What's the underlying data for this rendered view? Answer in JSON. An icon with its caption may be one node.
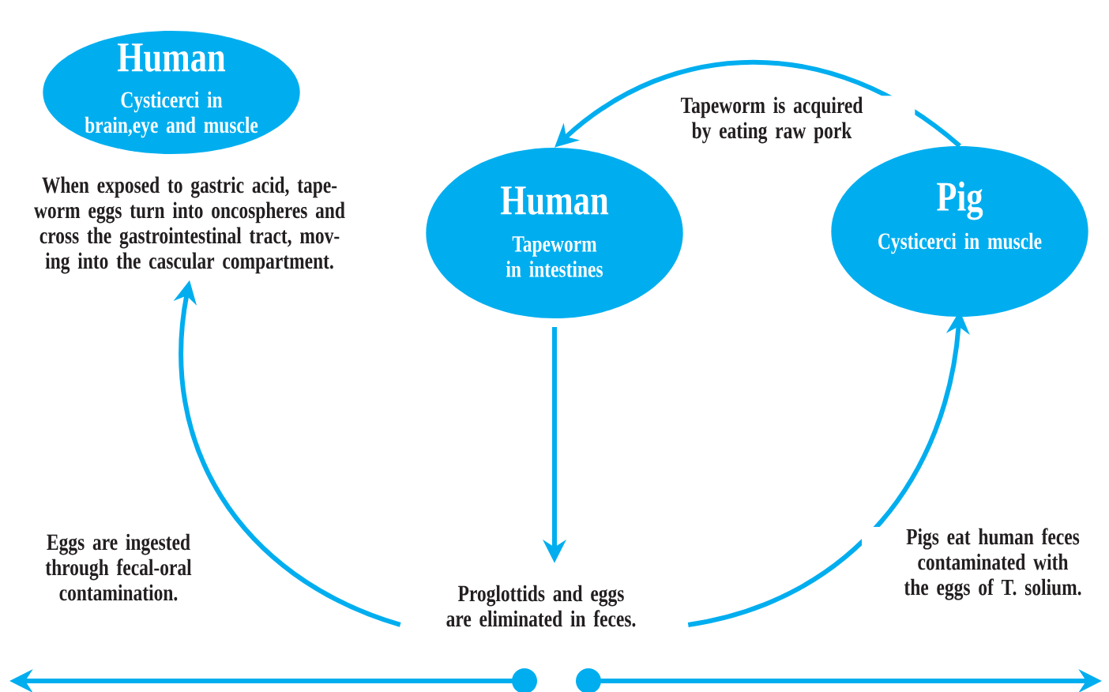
{
  "diagram": {
    "nodes": [
      {
        "text": [
          "Human",
          "Cysticerci in brain,eye and muscle"
        ]
      },
      {
        "text": [
          "Human",
          "Tapeworm in intestines"
        ]
      },
      {
        "text": [
          "Pig",
          "Cysticerci in muscle"
        ]
      },
      {
        "text": [
          "When exposed to gastric acid, tape- worm eggs turn into oncospheres and cross the gastrointestinal tract, mov- ing into the cascular compartment."
        ]
      },
      {
        "text": [
          "Proglottids and eggs are eliminated in feces."
        ]
      }
    ],
    "edges": [
      {
        "from": 2,
        "to": 1,
        "arrow": "to",
        "label": "Tapeworm is acquired by eating raw pork"
      },
      {
        "from": 1,
        "to": 4,
        "arrow": "to"
      },
      {
        "from": 4,
        "to": 3,
        "arrow": "to",
        "label": "Eggs are ingested through fecal-oral contamination."
      },
      {
        "from": 4,
        "to": 2,
        "arrow": "to",
        "label": "Pigs eat human feces contaminated with the eggs of T. solium."
      }
    ]
  }
}
